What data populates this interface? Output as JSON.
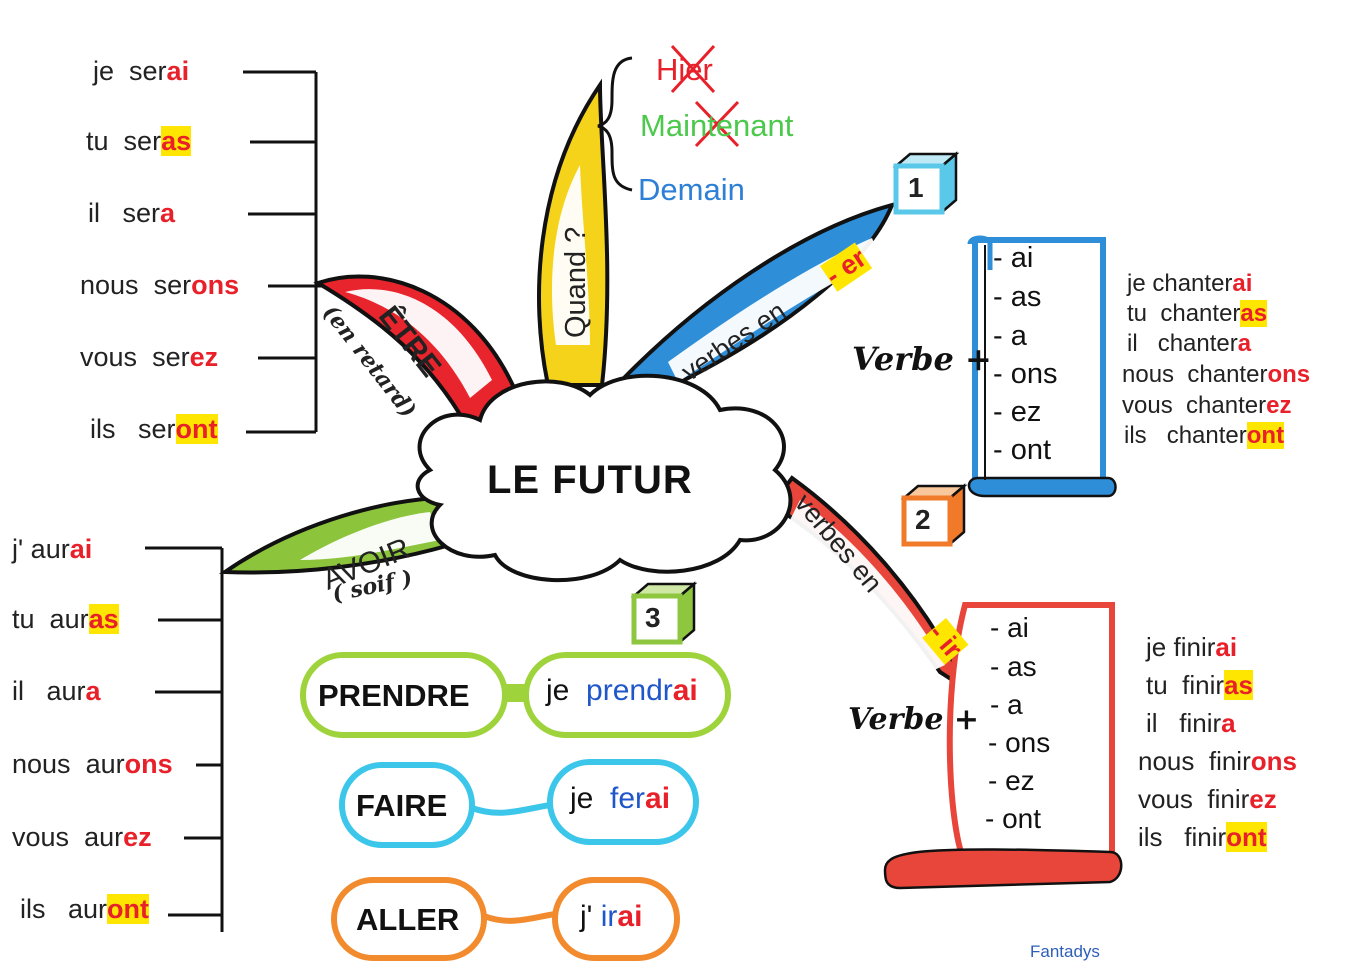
{
  "center": {
    "title": "LE   FUTUR"
  },
  "branches": {
    "etre": {
      "label": "ÊTRE",
      "note": "(en retard)"
    },
    "avoir": {
      "label": "AVOIR",
      "note": "( soif )"
    },
    "quand": {
      "label": "Quand ?"
    },
    "er": {
      "label": "verbes  en",
      "suffix": "- er",
      "number": "1"
    },
    "ir": {
      "label": "verbes  en",
      "suffix": "- ir",
      "number": "2"
    },
    "irregular": {
      "number": "3"
    }
  },
  "time": {
    "past": "Hier",
    "present": "Maintenant",
    "future": "Demain"
  },
  "etre_forms": [
    {
      "pronoun": "je",
      "stem": "ser",
      "ending": "ai",
      "highlight": false
    },
    {
      "pronoun": "tu",
      "stem": "ser",
      "ending": "as",
      "highlight": true
    },
    {
      "pronoun": "il",
      "stem": "ser",
      "ending": "a",
      "highlight": false
    },
    {
      "pronoun": "nous",
      "stem": "ser",
      "ending": "ons",
      "highlight": false
    },
    {
      "pronoun": "vous",
      "stem": "ser",
      "ending": "ez",
      "highlight": false
    },
    {
      "pronoun": "ils",
      "stem": "ser",
      "ending": "ont",
      "highlight": true
    }
  ],
  "avoir_forms": [
    {
      "pronoun": "j'",
      "stem": "aur",
      "ending": "ai",
      "highlight": false
    },
    {
      "pronoun": "tu",
      "stem": "aur",
      "ending": "as",
      "highlight": true
    },
    {
      "pronoun": "il",
      "stem": "aur",
      "ending": "a",
      "highlight": false
    },
    {
      "pronoun": "nous",
      "stem": "aur",
      "ending": "ons",
      "highlight": false
    },
    {
      "pronoun": "vous",
      "stem": "aur",
      "ending": "ez",
      "highlight": false
    },
    {
      "pronoun": "ils",
      "stem": "aur",
      "ending": "ont",
      "highlight": true
    }
  ],
  "verbe_plus": "Verbe +",
  "suffixes": [
    "- ai",
    "- as",
    "- a",
    "- ons",
    "- ez",
    "- ont"
  ],
  "chanter_forms": [
    {
      "pronoun": "je",
      "stem": "chanter",
      "ending": "ai",
      "highlight": false
    },
    {
      "pronoun": "tu",
      "stem": "chanter",
      "ending": "as",
      "highlight": true
    },
    {
      "pronoun": "il",
      "stem": "chanter",
      "ending": "a",
      "highlight": false
    },
    {
      "pronoun": "nous",
      "stem": "chanter",
      "ending": "ons",
      "highlight": false
    },
    {
      "pronoun": "vous",
      "stem": "chanter",
      "ending": "ez",
      "highlight": false
    },
    {
      "pronoun": "ils",
      "stem": "chanter",
      "ending": "ont",
      "highlight": true
    }
  ],
  "finir_forms": [
    {
      "pronoun": "je",
      "stem": "finir",
      "ending": "ai",
      "highlight": false
    },
    {
      "pronoun": "tu",
      "stem": "finir",
      "ending": "as",
      "highlight": true
    },
    {
      "pronoun": "il",
      "stem": "finir",
      "ending": "a",
      "highlight": false
    },
    {
      "pronoun": "nous",
      "stem": "finir",
      "ending": "ons",
      "highlight": false
    },
    {
      "pronoun": "vous",
      "stem": "finir",
      "ending": "ez",
      "highlight": false
    },
    {
      "pronoun": "ils",
      "stem": "finir",
      "ending": "ont",
      "highlight": true
    }
  ],
  "irregulars": [
    {
      "infinitive": "PRENDRE",
      "pronoun": "je",
      "stem": "prendr",
      "ending": "ai",
      "color": "#9ed33b"
    },
    {
      "infinitive": "FAIRE",
      "pronoun": "je",
      "stem": "fer",
      "ending": "ai",
      "color": "#3cc6ea"
    },
    {
      "infinitive": "ALLER",
      "pronoun": "j'",
      "stem": "ir",
      "ending": "ai",
      "color": "#f28a2e"
    }
  ],
  "colors": {
    "etre": "#e8242c",
    "avoir": "#8cc43c",
    "quand": "#f5d31a",
    "er": "#2e8ed8",
    "ir": "#e8463a",
    "box1": "#5ac8e8",
    "box2": "#f07a2a",
    "box3": "#8ec63f"
  },
  "credit": "Fantadys"
}
